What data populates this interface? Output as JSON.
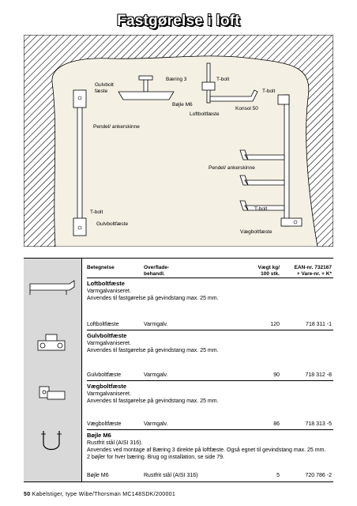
{
  "page_title": "Fastgørelse i loft",
  "diagram_labels": {
    "gulvbolt_faeste": [
      "Gulvbolt",
      "fæste"
    ],
    "baering": "Bæring 3",
    "bojle": "Bøjle M6",
    "tbolt_top": "T-bolt",
    "loftboltfaeste": "Loftboltfæste",
    "konsol": "Konsol 50",
    "tbolt_right": "T-bolt",
    "pendel_left": "Pendel/ ankerskinne",
    "pendel_right": "Pendel/ ankerskinne",
    "tbolt_bottom_left": "T-bolt",
    "gulvboltfaeste_bottom": "Gulvboltfæste",
    "tbolt_bottom_right": "T-bolt",
    "vaegboltfaeste": "Vægboltfæste"
  },
  "table_header": {
    "betegnelse": "Betegnelse",
    "overflade": [
      "Overflade-",
      "behandl."
    ],
    "vaegt": [
      "Vægt kg/",
      "100 stk."
    ],
    "ean": [
      "EAN-nr. 732167",
      "+ Vare-nr. + K*"
    ]
  },
  "products": [
    {
      "title": "Loftboltfæste",
      "lines": [
        "Varmgalvaniseret.",
        "Anvendes til fastgørelse på gevindstang max. 25 mm."
      ],
      "row": {
        "name": "Loftboltfæste",
        "surface": "Varmgalv.",
        "weight": "120",
        "ean": "718 311 -1"
      }
    },
    {
      "title": "Gulvboltfæste",
      "lines": [
        "Varmgalvaniseret.",
        "Anvendes til fastgørelse på gevindstang max. 25 mm."
      ],
      "row": {
        "name": "Gulvboltfæste",
        "surface": "Varmgalv.",
        "weight": "90",
        "ean": "718 312 -8"
      }
    },
    {
      "title": "Vægboltfæste",
      "lines": [
        "Varmgalvaniseret.",
        "Anvendes til fastgørelse på gevindstang max. 25 mm."
      ],
      "row": {
        "name": "Vægboltfæste",
        "surface": "Varmgalv.",
        "weight": "86",
        "ean": "718 313 -5"
      }
    },
    {
      "title": "Bøjle M6",
      "lines": [
        "Rustfrit stål (AISI 316).",
        "Anvendes ved montage af Bæring 3 direkte på loftfæste. Også egnet til gevindstang max. 25 mm.",
        "2 bøjler for hver bæring. Brug og installation, se side 79."
      ],
      "row": {
        "name": "Bøjle M6",
        "surface": "Rustfrit stål (AISI 316)",
        "weight": "5",
        "ean": "720 786 -2"
      }
    }
  ],
  "footer": {
    "page_number": "50",
    "text": "Kabelstiger, type Wibe/Thorsman MC148SDK/200001"
  }
}
